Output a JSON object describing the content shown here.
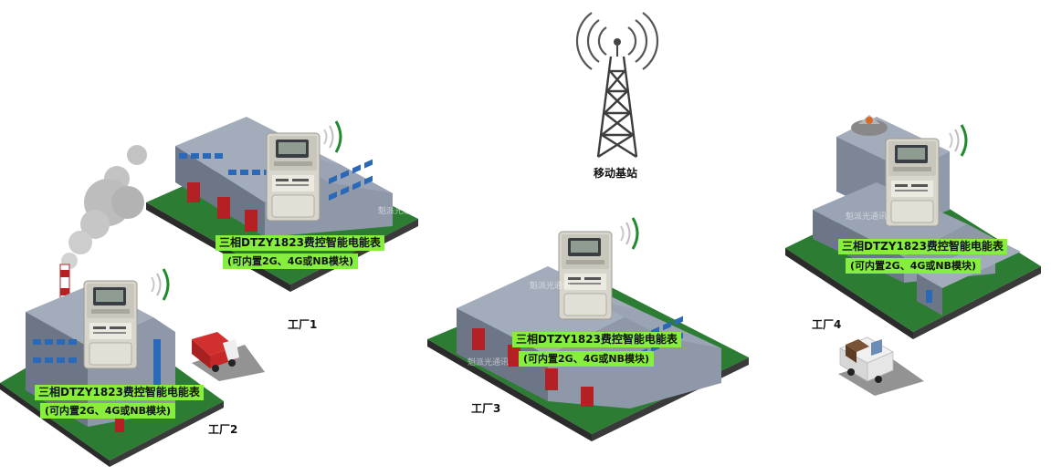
{
  "tower": {
    "label": "移动基站"
  },
  "meter": {
    "title": "三相DTZY1823费控智能电能表",
    "subtitle": "(可内置2G、4G或NB模块)"
  },
  "factories": {
    "f1": "工厂1",
    "f2": "工厂2",
    "f3": "工厂3",
    "f4": "工厂4"
  },
  "watermark": "魁派光通讯"
}
